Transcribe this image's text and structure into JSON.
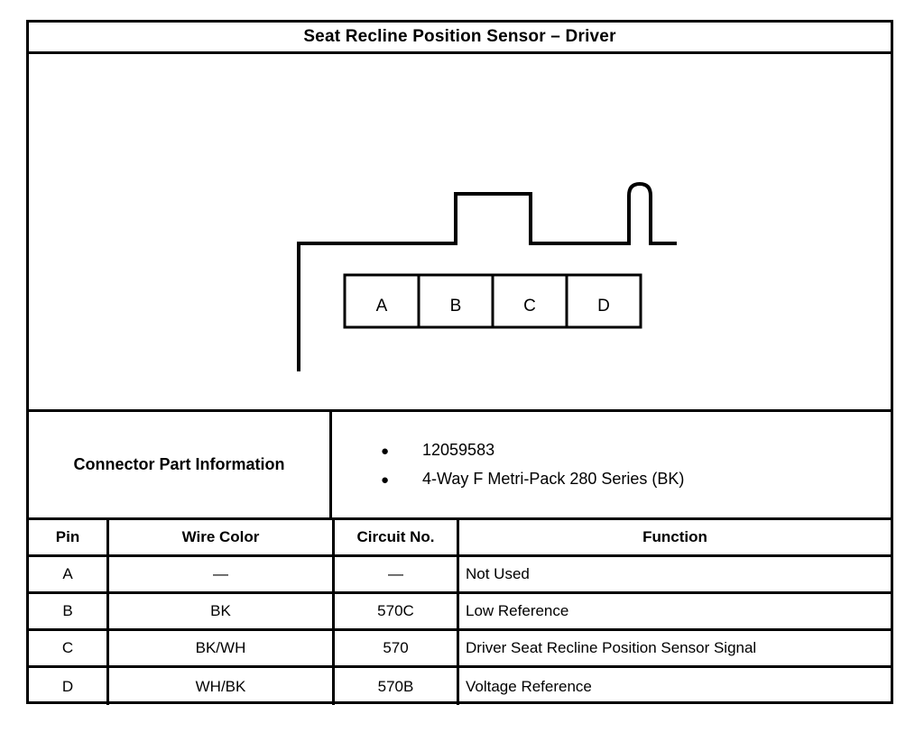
{
  "document": {
    "title": "Seat Recline Position Sensor – Driver"
  },
  "diagram": {
    "name": "connector-face-view",
    "type": "4-way connector end view",
    "cavities": [
      {
        "label": "A"
      },
      {
        "label": "B"
      },
      {
        "label": "C"
      },
      {
        "label": "D"
      }
    ],
    "features": {
      "top_tab": "rectangular keying tab",
      "latch": "rounded locking latch"
    },
    "line_color": "#000000",
    "fill_color": "#ffffff"
  },
  "part_info": {
    "label": "Connector Part Information",
    "bullet_glyph": "●",
    "items": [
      "12059583",
      "4-Way F Metri-Pack 280 Series (BK)"
    ]
  },
  "pin_table": {
    "headers": {
      "pin": "Pin",
      "wire_color": "Wire Color",
      "circuit_no": "Circuit No.",
      "function": "Function"
    },
    "rows": [
      {
        "pin": "A",
        "wire_color": "—",
        "circuit_no": "—",
        "function": "Not Used"
      },
      {
        "pin": "B",
        "wire_color": "BK",
        "circuit_no": "570C",
        "function": "Low Reference"
      },
      {
        "pin": "C",
        "wire_color": "BK/WH",
        "circuit_no": "570",
        "function": "Driver Seat Recline Position Sensor Signal"
      },
      {
        "pin": "D",
        "wire_color": "WH/BK",
        "circuit_no": "570B",
        "function": "Voltage Reference"
      }
    ]
  }
}
